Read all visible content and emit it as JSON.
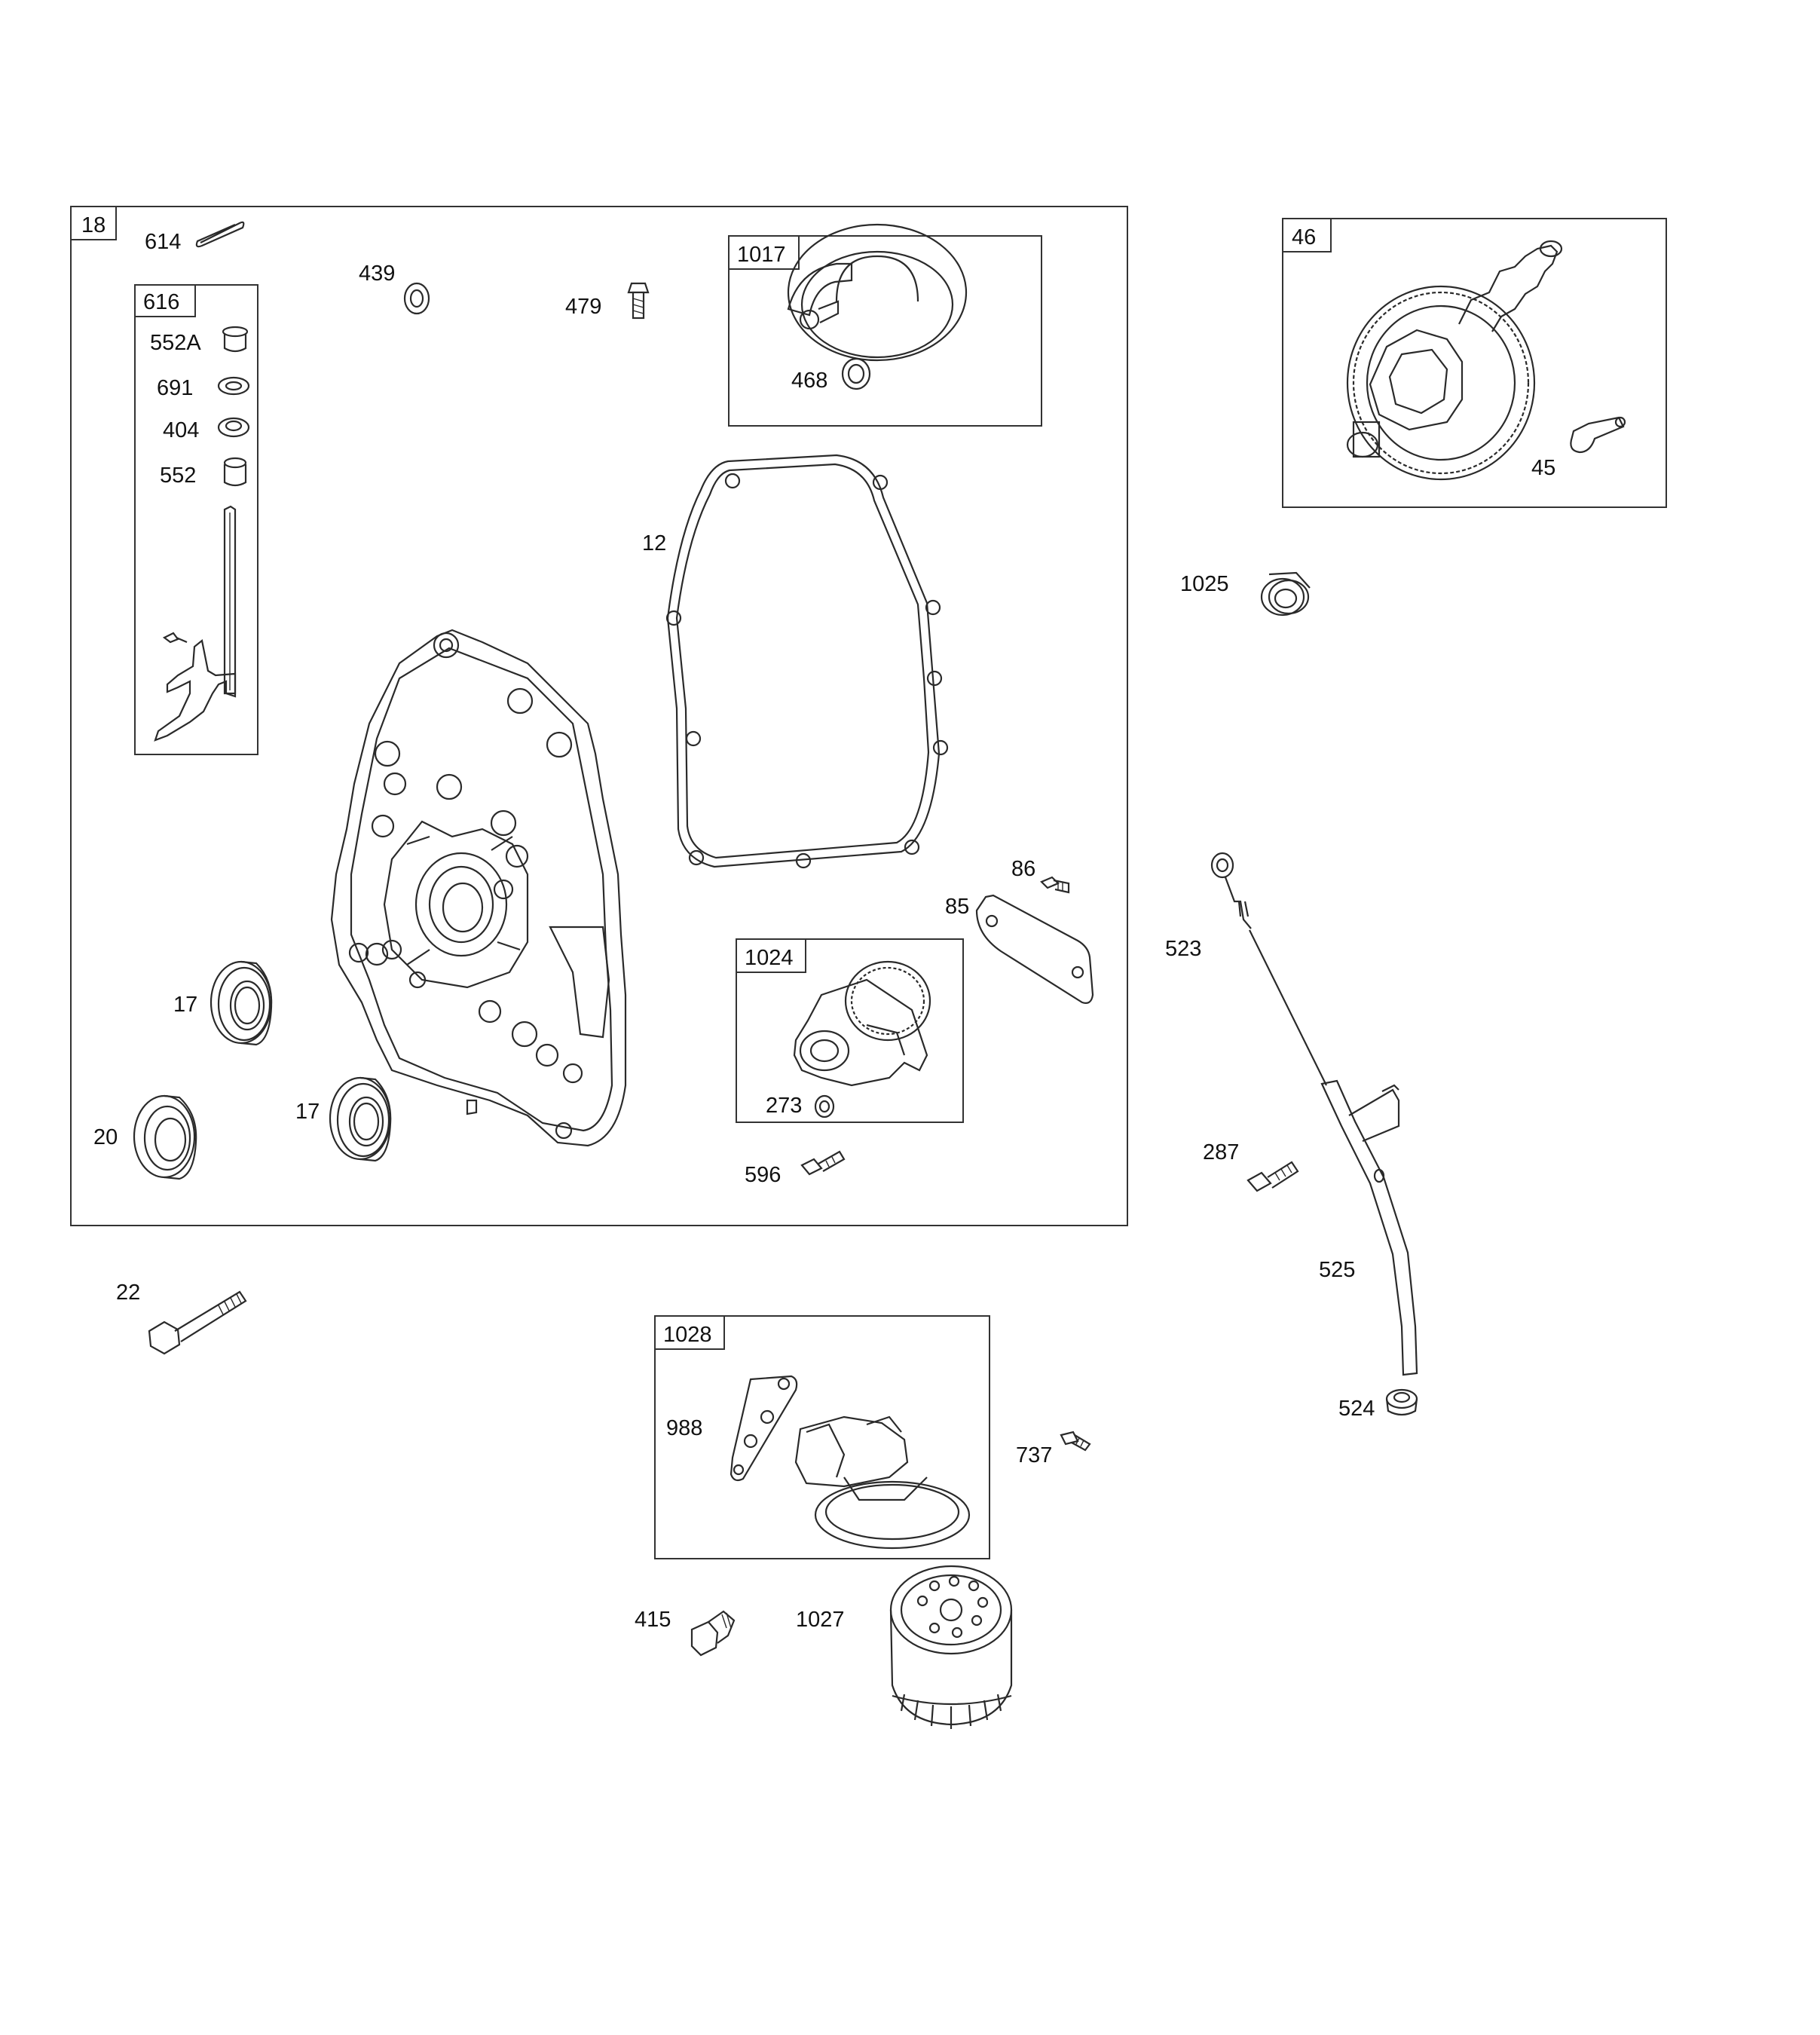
{
  "groups": {
    "g18": "18",
    "g616": "616",
    "g1017": "1017",
    "g46": "46",
    "g1024": "1024",
    "g1028": "1028"
  },
  "labels": {
    "p614": "614",
    "p439": "439",
    "p479": "479",
    "p468": "468",
    "p552A": "552A",
    "p691": "691",
    "p404": "404",
    "p552": "552",
    "p12": "12",
    "p86": "86",
    "p85": "85",
    "p17a": "17",
    "p17b": "17",
    "p20": "20",
    "p273": "273",
    "p596": "596",
    "p45": "45",
    "p1025": "1025",
    "p523": "523",
    "p287": "287",
    "p525": "525",
    "p524": "524",
    "p22": "22",
    "p988": "988",
    "p737": "737",
    "p415": "415",
    "p1027": "1027"
  }
}
